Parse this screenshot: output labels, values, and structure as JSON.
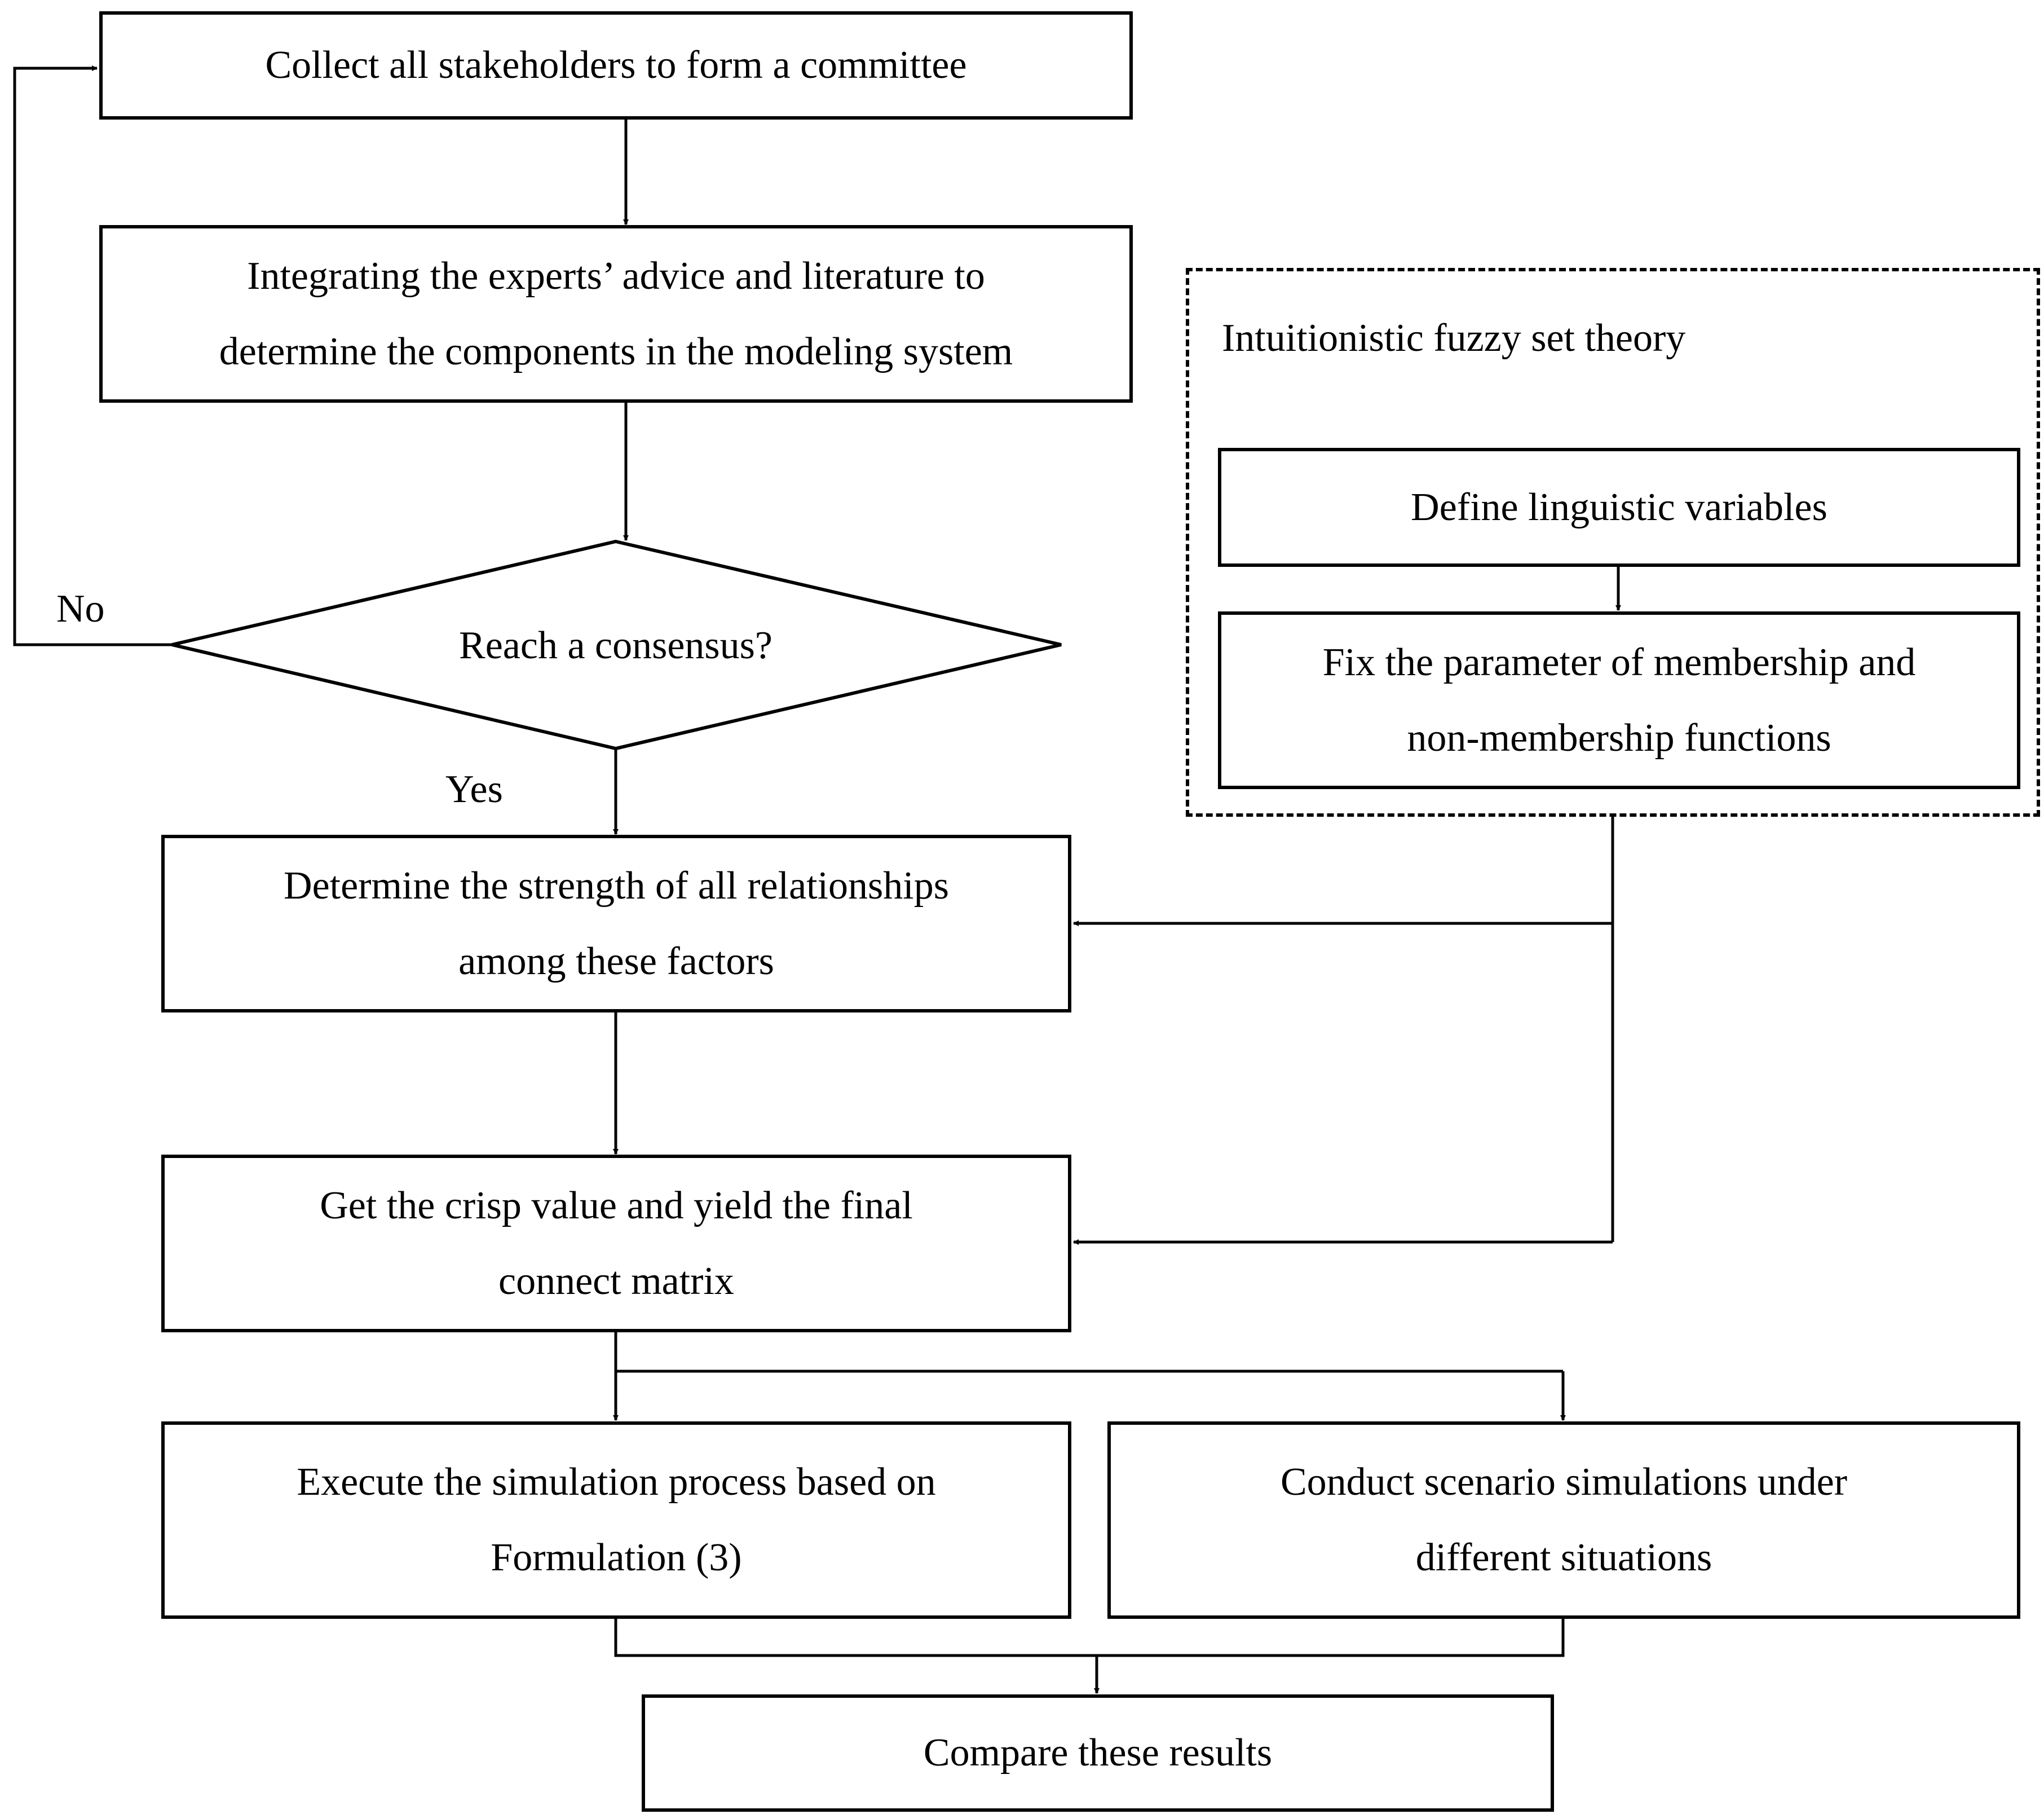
{
  "steps": {
    "collect": {
      "line1": "Collect all stakeholders to form a committee"
    },
    "integrate": {
      "line1": "Integrating the experts’ advice and literature to",
      "line2": "determine the components in the modeling system"
    },
    "decision": {
      "question": "Reach a consensus?",
      "no_label": "No",
      "yes_label": "Yes"
    },
    "determine": {
      "line1": "Determine the strength of all relationships",
      "line2": "among these factors"
    },
    "crisp": {
      "line1": "Get the crisp value and yield the final",
      "line2": "connect matrix"
    },
    "execute": {
      "line1": "Execute the simulation process based on",
      "line2": "Formulation (3)"
    },
    "scenario": {
      "line1": "Conduct scenario simulations under",
      "line2": "different situations"
    },
    "compare": {
      "line1": "Compare these results"
    }
  },
  "fuzzy_group": {
    "title": "Intuitionistic fuzzy set theory",
    "define": {
      "line1": "Define linguistic variables"
    },
    "fix": {
      "line1": "Fix the parameter of membership and",
      "line2": "non-membership functions"
    }
  }
}
